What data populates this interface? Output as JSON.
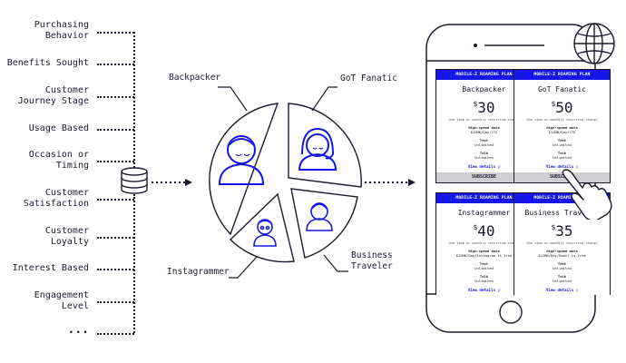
{
  "criteria": [
    {
      "line1": "Purchasing",
      "line2": "Behavior"
    },
    {
      "line1": "Benefits Sought",
      "line2": ""
    },
    {
      "line1": "Customer",
      "line2": "Journey Stage"
    },
    {
      "line1": "Usage Based",
      "line2": ""
    },
    {
      "line1": "Occasion or",
      "line2": "Timing"
    },
    {
      "line1": "Customer",
      "line2": "Satisfaction"
    },
    {
      "line1": "Customer",
      "line2": "Loyalty"
    },
    {
      "line1": "Interest Based",
      "line2": ""
    },
    {
      "line1": "Engagement",
      "line2": "Level"
    },
    {
      "line1": "...",
      "line2": ""
    }
  ],
  "segments": {
    "backpacker": "Backpacker",
    "got_fanatic": "GoT Fanatic",
    "instagrammer": "Instagrammer",
    "business_traveler_1": "Business",
    "business_traveler_2": "Traveler"
  },
  "icons": {
    "database": "database-icon",
    "globe": "globe-icon",
    "hand": "pointing-hand-icon"
  },
  "colors": {
    "accent": "#1616e6",
    "ink": "#1a1a2e",
    "button": "#cfcfd4"
  },
  "plans": [
    {
      "header": "MOBILE-Z ROAMING PLAN",
      "title": "Backpacker",
      "currency": "$",
      "price": "30",
      "note": "One time or monthly recurring charge",
      "f1_title": "High-speed data",
      "f1_value": "$12MB/Day/LTE",
      "f2_title": "Text",
      "f2_value": "Unlimited",
      "f3_title": "Talk",
      "f3_value": "Unlimited",
      "details": "View details ❯",
      "button": "SUBSCRIBE"
    },
    {
      "header": "MOBILE-Z ROAMING PLAN",
      "title": "GoT Fanatic",
      "currency": "$",
      "price": "50",
      "note": "One time or monthly recurring charge",
      "f1_title": "High-speed data",
      "f1_value": "$12MB/Day/LTE",
      "f2_title": "Text",
      "f2_value": "Unlimited",
      "f3_title": "Talk",
      "f3_value": "Unlimited",
      "details": "View details ❯",
      "button": "SUBSCRIBE"
    },
    {
      "header": "MOBILE-Z ROAMING PLAN",
      "title": "Instagrammer",
      "currency": "$",
      "price": "40",
      "note": "One time or monthly recurring charge",
      "f1_title": "High-speed data",
      "f1_value": "$12MB/Day/Instagram is free",
      "f2_title": "Text",
      "f2_value": "Unlimited",
      "f3_title": "Talk",
      "f3_value": "Unlimited",
      "details": "View details ❯",
      "button": ""
    },
    {
      "header": "MOBILE-Z ROAMING PLAN",
      "title": "Business Traveler",
      "currency": "$",
      "price": "35",
      "note": "One time or monthly recurring charge",
      "f1_title": "High-speed data",
      "f1_value": "$12MB/Day/Email is free",
      "f2_title": "Text",
      "f2_value": "Unlimited",
      "f3_title": "Talk",
      "f3_value": "Unlimited",
      "details": "View details ❯",
      "button": ""
    }
  ]
}
